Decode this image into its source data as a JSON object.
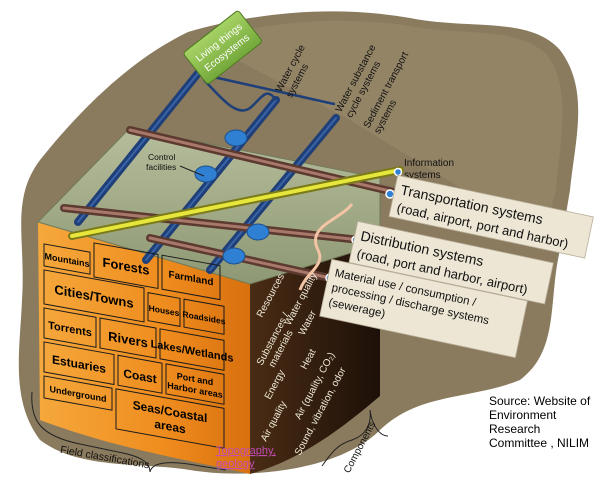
{
  "labels": {
    "living_things": [
      "Living things",
      "Ecosystems"
    ],
    "water_cycle": [
      "Water cycle",
      "systems"
    ],
    "water_substance": [
      "Water substance",
      "cycle systems"
    ],
    "sediment": [
      "Sediment transport",
      "systems"
    ],
    "control_facilities": [
      "Control",
      "facilities"
    ],
    "information": [
      "Information",
      "systems"
    ],
    "transportation": [
      "Transportation systems",
      "(road, airport, port and harbor)"
    ],
    "distribution": [
      "Distribution systems",
      "(road, port and harbor, airport)"
    ],
    "material": [
      "Material use / consumption /",
      "processing / discharge systems",
      "(sewerage)"
    ],
    "field_classifications": "Field classifications",
    "components": "Components",
    "topography": [
      "Topography,",
      "geology"
    ]
  },
  "tiles": [
    "Mountains",
    "Forests",
    "Farmland",
    "Cities/Towns",
    "Houses",
    "Roadsides",
    "Torrents",
    "Rivers",
    "Lakes/Wetlands",
    "Estuaries",
    "Coast",
    "Port and",
    "Harbor areas",
    "Underground",
    "Seas/Coastal",
    "areas"
  ],
  "components": [
    "Resources",
    "Water quality",
    "Substances /",
    "materials",
    "Water",
    "Energy",
    "Heat",
    "Air quality",
    "Air (quality, CO₂)",
    "Sound, vibration, odor"
  ],
  "source": [
    "Source: Website of",
    "Environment",
    "Research",
    "Committee , NILIM"
  ],
  "colors": {
    "background_blob": "#8a7a5e",
    "orange_side": "#f08a1a",
    "dark_side": "#2e1a0c",
    "top_face": "#9fa884",
    "blue_pipe": "#1e3f78",
    "brown_pipe": "#8a5a4c",
    "yellow_pipe": "#d8d832",
    "green_box": "#8cbf4a",
    "valve": "#2f7fd2",
    "callout_box": "#ede6d4",
    "topography_text": "#c24bb4"
  }
}
